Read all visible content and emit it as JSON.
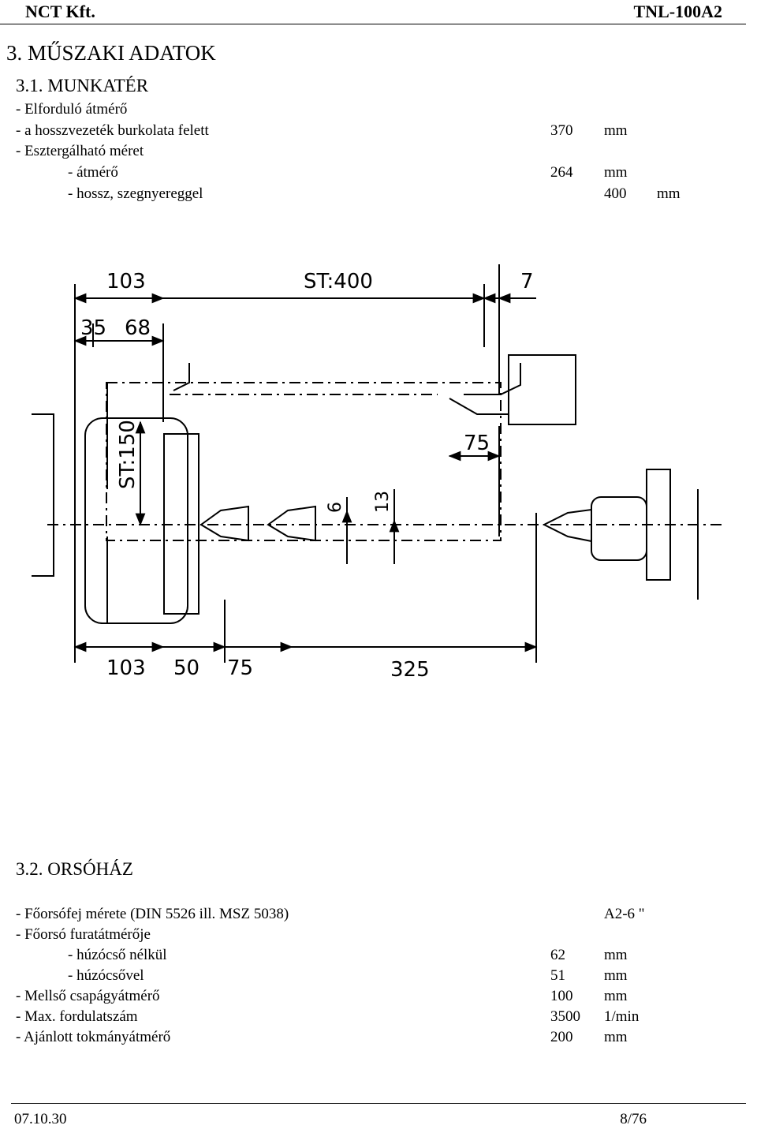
{
  "header": {
    "company": "NCT Kft.",
    "model": "TNL-100A2"
  },
  "section": {
    "title": "3.  MŰSZAKI ADATOK",
    "workspace": {
      "heading": "3.1. MUNKATÉR",
      "lines": [
        {
          "label": "- Elforduló átmérő",
          "value": "",
          "unit": ""
        },
        {
          "label": "- a hosszvezeték burkolata felett",
          "value": "370",
          "unit": "mm"
        },
        {
          "label": "- Esztergálható méret",
          "value": "",
          "unit": ""
        },
        {
          "label": "- átmérő",
          "value": "264",
          "unit": "mm"
        },
        {
          "label": "- hossz, szegnyereggel",
          "value": "400",
          "unit": "mm"
        }
      ]
    },
    "diagram": {
      "dims_top": [
        "103",
        "ST:400",
        "7"
      ],
      "dims_second": [
        "35",
        "68"
      ],
      "dim_vertical": "ST:150",
      "dim_75_right": "75",
      "dims_small": [
        "6",
        "13"
      ],
      "dims_bottom": [
        "103",
        "50",
        "75",
        "325"
      ]
    },
    "spindle": {
      "heading": "3.2. ORSÓHÁZ",
      "lines": [
        {
          "label": "- Főorsófej mérete  (DIN 5526 ill. MSZ 5038)",
          "value": "A2-6 \"",
          "unit": ""
        },
        {
          "label": "- Főorsó furatátmérője",
          "value": "",
          "unit": ""
        },
        {
          "label": "-    húzócső nélkül",
          "value": "62",
          "unit": "mm"
        },
        {
          "label": "-    húzócsővel",
          "value": "51",
          "unit": "mm"
        },
        {
          "label": "- Mellső csapágyátmérő",
          "value": "100",
          "unit": "mm"
        },
        {
          "label": "- Max. fordulatszám",
          "value": "3500",
          "unit": "1/min"
        },
        {
          "label": "- Ajánlott tokmányátmérő",
          "value": "200",
          "unit": "mm"
        }
      ]
    }
  },
  "footer": {
    "date": "07.10.30",
    "page": "8/76"
  }
}
